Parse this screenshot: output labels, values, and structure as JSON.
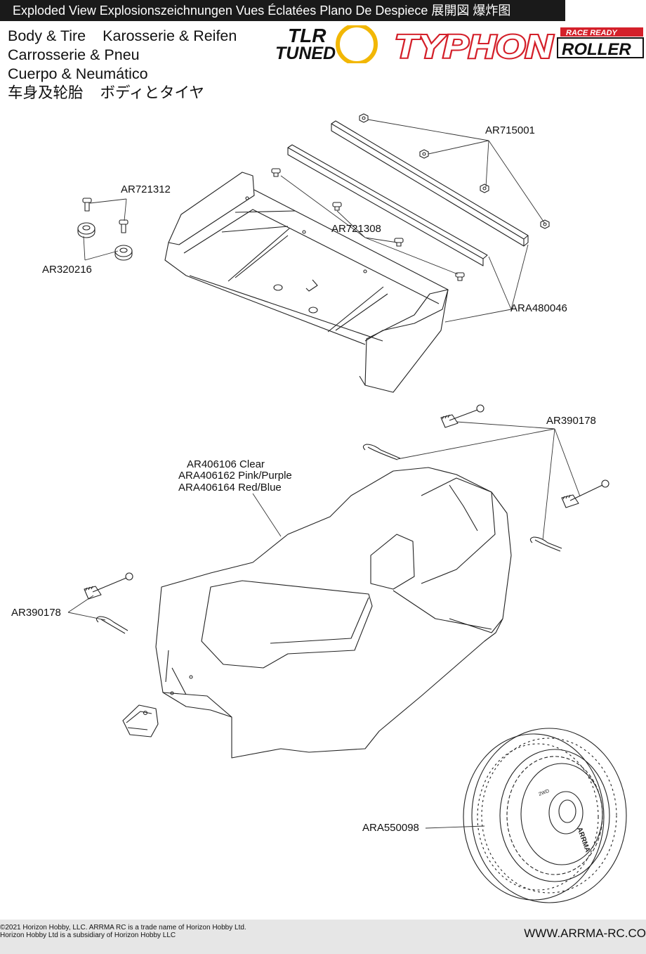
{
  "header": {
    "bar_text": "Exploded View  Explosionszeichnungen  Vues Éclatées  Plano De Despiece 展開図  爆炸图"
  },
  "titles": {
    "en": "Body & Tire",
    "de": "Karosserie & Reifen",
    "fr": "Carrosserie & Pneu",
    "es": "Cuerpo & Neumático",
    "cn": "车身及轮胎",
    "jp": "ボディとタイヤ"
  },
  "logo": {
    "brand_top": "TLR",
    "brand_bottom": "TUNED",
    "product": "TYPHON",
    "badge_top": "RACE READY",
    "badge_bottom": "ROLLER",
    "colors": {
      "red": "#d4202a",
      "gold": "#f2b705",
      "black": "#111111"
    }
  },
  "parts": {
    "ar715001": "AR715001",
    "ar721312": "AR721312",
    "ar721308": "AR721308",
    "ar320216": "AR320216",
    "ara480046": "ARA480046",
    "ar390178_right": "AR390178",
    "ar390178_left": "AR390178",
    "body_clear": "AR406106 Clear",
    "body_pink": "ARA406162 Pink/Purple",
    "body_red": "ARA406164 Red/Blue",
    "ara550098": "ARA550098"
  },
  "tire_sidewall": {
    "brand": "ARRMA",
    "small_text": "2WD"
  },
  "footer": {
    "copyright_1": "©2021 Horizon Hobby, LLC. ARRMA RC is a trade name of Horizon Hobby Ltd.",
    "copyright_2": "Horizon Hobby Ltd is a subsidiary of Horizon Hobby LLC",
    "url": "WWW.ARRMA-RC.CO"
  }
}
